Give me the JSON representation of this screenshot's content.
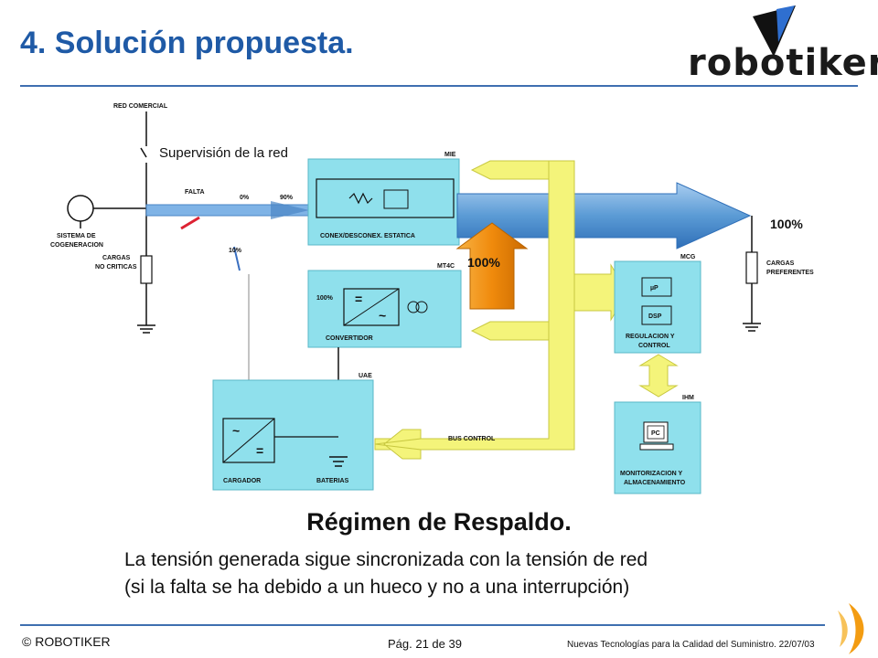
{
  "slide": {
    "title": "4. Solución propuesta.",
    "logo_text": "robotiker",
    "subtitle": "Régimen de Respaldo.",
    "body_line1": "La tensión generada sigue sincronizada con la tensión de red",
    "body_line2": "(si la falta se ha debido a un hueco y no a una interrupción)"
  },
  "diagram": {
    "red_comercial": "RED COMERCIAL",
    "supervision": "Supervisión de la red",
    "sistema_line1": "SISTEMA DE",
    "sistema_line2": "COGENERACION",
    "cargas_nc_line1": "CARGAS",
    "cargas_nc_line2": "NO CRITICAS",
    "falta": "FALTA",
    "pct_0": "0%",
    "pct_90": "90%",
    "pct_10": "10%",
    "pct_100_small": "100%",
    "mie": "MIE",
    "conex": "CONEX/DESCONEX. ESTATICA",
    "mt4c": "MT4C",
    "convertidor": "CONVERTIDOR",
    "uae": "UAE",
    "cargador": "CARGADOR",
    "baterias": "BATERIAS",
    "bus_control": "BUS CONTROL",
    "mcg": "MCG",
    "up": "µP",
    "dsp": "DSP",
    "regulacion_line1": "REGULACION Y",
    "regulacion_line2": "CONTROL",
    "ihm": "IHM",
    "pc": "PC",
    "monitor_line1": "MONITORIZACION Y",
    "monitor_line2": "ALMACENAMIENTO",
    "cargas_pref_line1": "CARGAS",
    "cargas_pref_line2": "PREFERENTES",
    "pct_100_main": "100%",
    "pct_100_orange": "100%",
    "sym_ac": "~",
    "sym_dc": "="
  },
  "footer": {
    "left": "© ROBOTIKER",
    "page": "Pág. 21 de 39",
    "right": "Nuevas Tecnologías para la Calidad del Suministro.  22/07/03"
  },
  "colors": {
    "title": "#1f5aa6",
    "box": "#8fe0ec",
    "bus": "#f4f47a",
    "orange": "#f39c12",
    "blue_arrow": "#5b9bd5"
  }
}
